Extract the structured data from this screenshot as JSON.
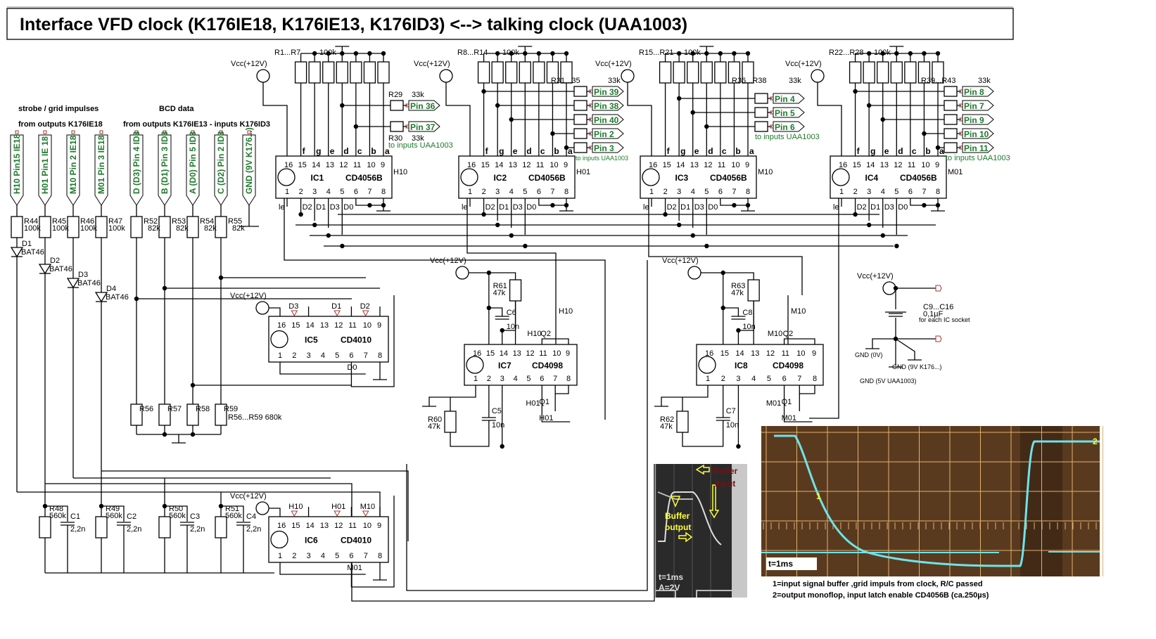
{
  "title": "Interface VFD clock (K176IE18, K176IE13, K176ID3) <--> talking clock (UAA1003)",
  "headings": {
    "strobe": "strobe / grid impulses",
    "strobe_from": "from outputs K176IE18",
    "bcd": "BCD data",
    "bcd_from": "from outputs K176IE13 - inputs K176ID3"
  },
  "vcc_label": "Vcc(+12V)",
  "input_connectors": [
    "H10  Pin15  IE18",
    "H01  Pin1  IE 18",
    "M10  Pin 2  IE18",
    "M01  Pin 3  IE18",
    "D (D3) Pin 4 ID3",
    "B (D1) Pin 3 ID3",
    "A (D0) Pin 5 ID3",
    "C (D2) Pin 2 ID3",
    "GND (9V  K176...)"
  ],
  "input_resistors": [
    {
      "ref": "R44",
      "value": "100k"
    },
    {
      "ref": "R45",
      "value": "100k"
    },
    {
      "ref": "R46",
      "value": "100k"
    },
    {
      "ref": "R47",
      "value": "100k"
    },
    {
      "ref": "R52",
      "value": "82k"
    },
    {
      "ref": "R53",
      "value": "82k"
    },
    {
      "ref": "R54",
      "value": "82k"
    },
    {
      "ref": "R55",
      "value": "82k"
    }
  ],
  "diodes": [
    {
      "ref": "D1",
      "type": "BAT46"
    },
    {
      "ref": "D2",
      "type": "BAT46"
    },
    {
      "ref": "D3",
      "type": "BAT46"
    },
    {
      "ref": "D4",
      "type": "BAT46"
    }
  ],
  "cd4056_pins_top": [
    "16",
    "15",
    "14",
    "13",
    "12",
    "11",
    "10",
    "9"
  ],
  "cd4056_pins_bottom": [
    "1",
    "2",
    "3",
    "4",
    "5",
    "6",
    "7",
    "8"
  ],
  "cd4056_segments": [
    "f",
    "g",
    "e",
    "d",
    "c",
    "b",
    "a"
  ],
  "cd4056_inputs": [
    "le",
    "D2",
    "D1",
    "D3",
    "D0"
  ],
  "latches": [
    {
      "ref": "IC1",
      "type": "CD4056B",
      "strobe": "H10",
      "array": "R1...R7",
      "array_value": "100k",
      "out_ref": "R29",
      "out_ref2": "R30",
      "out_value": "33k",
      "note": "to inputs UAA1003",
      "pins": [
        "Pin 36",
        "Pin 37"
      ]
    },
    {
      "ref": "IC2",
      "type": "CD4056B",
      "strobe": "H01",
      "array": "R8...R14",
      "array_value": "100k",
      "out_ref": "R31...35",
      "out_value": "33k",
      "note": "to inputs UAA1003",
      "pins": [
        "Pin 39",
        "Pin 38",
        "Pin 40",
        "Pin  2",
        "Pin  3"
      ]
    },
    {
      "ref": "IC3",
      "type": "CD4056B",
      "strobe": "M10",
      "array": "R15...R21",
      "array_value": "100k",
      "out_ref": "R36...R38",
      "out_value": "33k",
      "note": "to inputs UAA1003",
      "pins": [
        "Pin  4",
        "Pin  5",
        "Pin  6"
      ]
    },
    {
      "ref": "IC4",
      "type": "CD4056B",
      "strobe": "M01",
      "array": "R22...R28",
      "array_value": "100k",
      "out_ref": "R39...R43",
      "out_value": "33k",
      "note": "to inputs UAA1003",
      "pins": [
        "Pin  8",
        "Pin  7",
        "Pin  9",
        "Pin 10",
        "Pin 11"
      ]
    }
  ],
  "buffers": [
    {
      "ref": "IC5",
      "type": "CD4010",
      "top_signals": [
        "D3",
        "D1",
        "D2"
      ],
      "bottom_signal": "D0"
    },
    {
      "ref": "IC6",
      "type": "CD4010",
      "top_signals": [
        "H10",
        "H01",
        "M10"
      ],
      "bottom_signal": "M01"
    }
  ],
  "monoflops": [
    {
      "ref": "IC7",
      "type": "CD4098",
      "r_top": "R61",
      "r_top_value": "47k",
      "c_top": "C6",
      "c_top_value": "10n",
      "in_top": "H10",
      "q2": "Q2",
      "q1": "Q1",
      "in_bottom": "H01",
      "r_bot": "R60",
      "r_bot_value": "47k",
      "c_bot": "C5",
      "c_bot_value": "10n",
      "side_top": "H10",
      "side_bottom": "H01"
    },
    {
      "ref": "IC8",
      "type": "CD4098",
      "r_top": "R63",
      "r_top_value": "47k",
      "c_top": "C8",
      "c_top_value": "10n",
      "in_top": "M10",
      "q2": "Q2",
      "q1": "Q1",
      "in_bottom": "M01",
      "r_bot": "R62",
      "r_bot_value": "47k",
      "c_bot": "C7",
      "c_bot_value": "10n",
      "side_top": "M10",
      "side_bottom": "M01"
    }
  ],
  "pulldowns": {
    "refs": [
      "R56",
      "R57",
      "R58",
      "R59"
    ],
    "label": "R56...R59  680k"
  },
  "rc_networks": [
    {
      "r": "R48",
      "r_value": "560k",
      "c": "C1",
      "c_value": "2,2n"
    },
    {
      "r": "R49",
      "r_value": "560k",
      "c": "C2",
      "c_value": "2,2n"
    },
    {
      "r": "R50",
      "r_value": "560k",
      "c": "C3",
      "c_value": "2,2n"
    },
    {
      "r": "R51",
      "r_value": "560k",
      "c": "C4",
      "c_value": "2,2n"
    }
  ],
  "decoupling": {
    "ref": "C9...C16",
    "value": "0,1µF",
    "note": "for each IC socket",
    "gnd0": "GND (0V)",
    "gnd9": "GND (9V K176...)",
    "gnd5": "GND (5V UAA1003)"
  },
  "scope_small": {
    "input": "Buffer input",
    "input_l1": "Buffer",
    "input_l2": "input",
    "output_l1": "Buffer",
    "output_l2": "output",
    "time": "t=1ms",
    "ampl": "A=2V"
  },
  "scope_large": {
    "time": "t=1ms",
    "legend1": "1=input signal buffer ,grid impuls from clock, R/C passed",
    "legend2": "2=output monoflop, input latch enable CD4056B (ca.250µs)",
    "marker1": "1",
    "marker2": "2"
  },
  "colors": {
    "pin_label": "#1e7a2c",
    "scope_bg": "#5a3a1e",
    "trace": "#6fe3ea",
    "grid": "#e0b070",
    "arrow": "#ffff33",
    "buffer_input": "#7a1010"
  }
}
